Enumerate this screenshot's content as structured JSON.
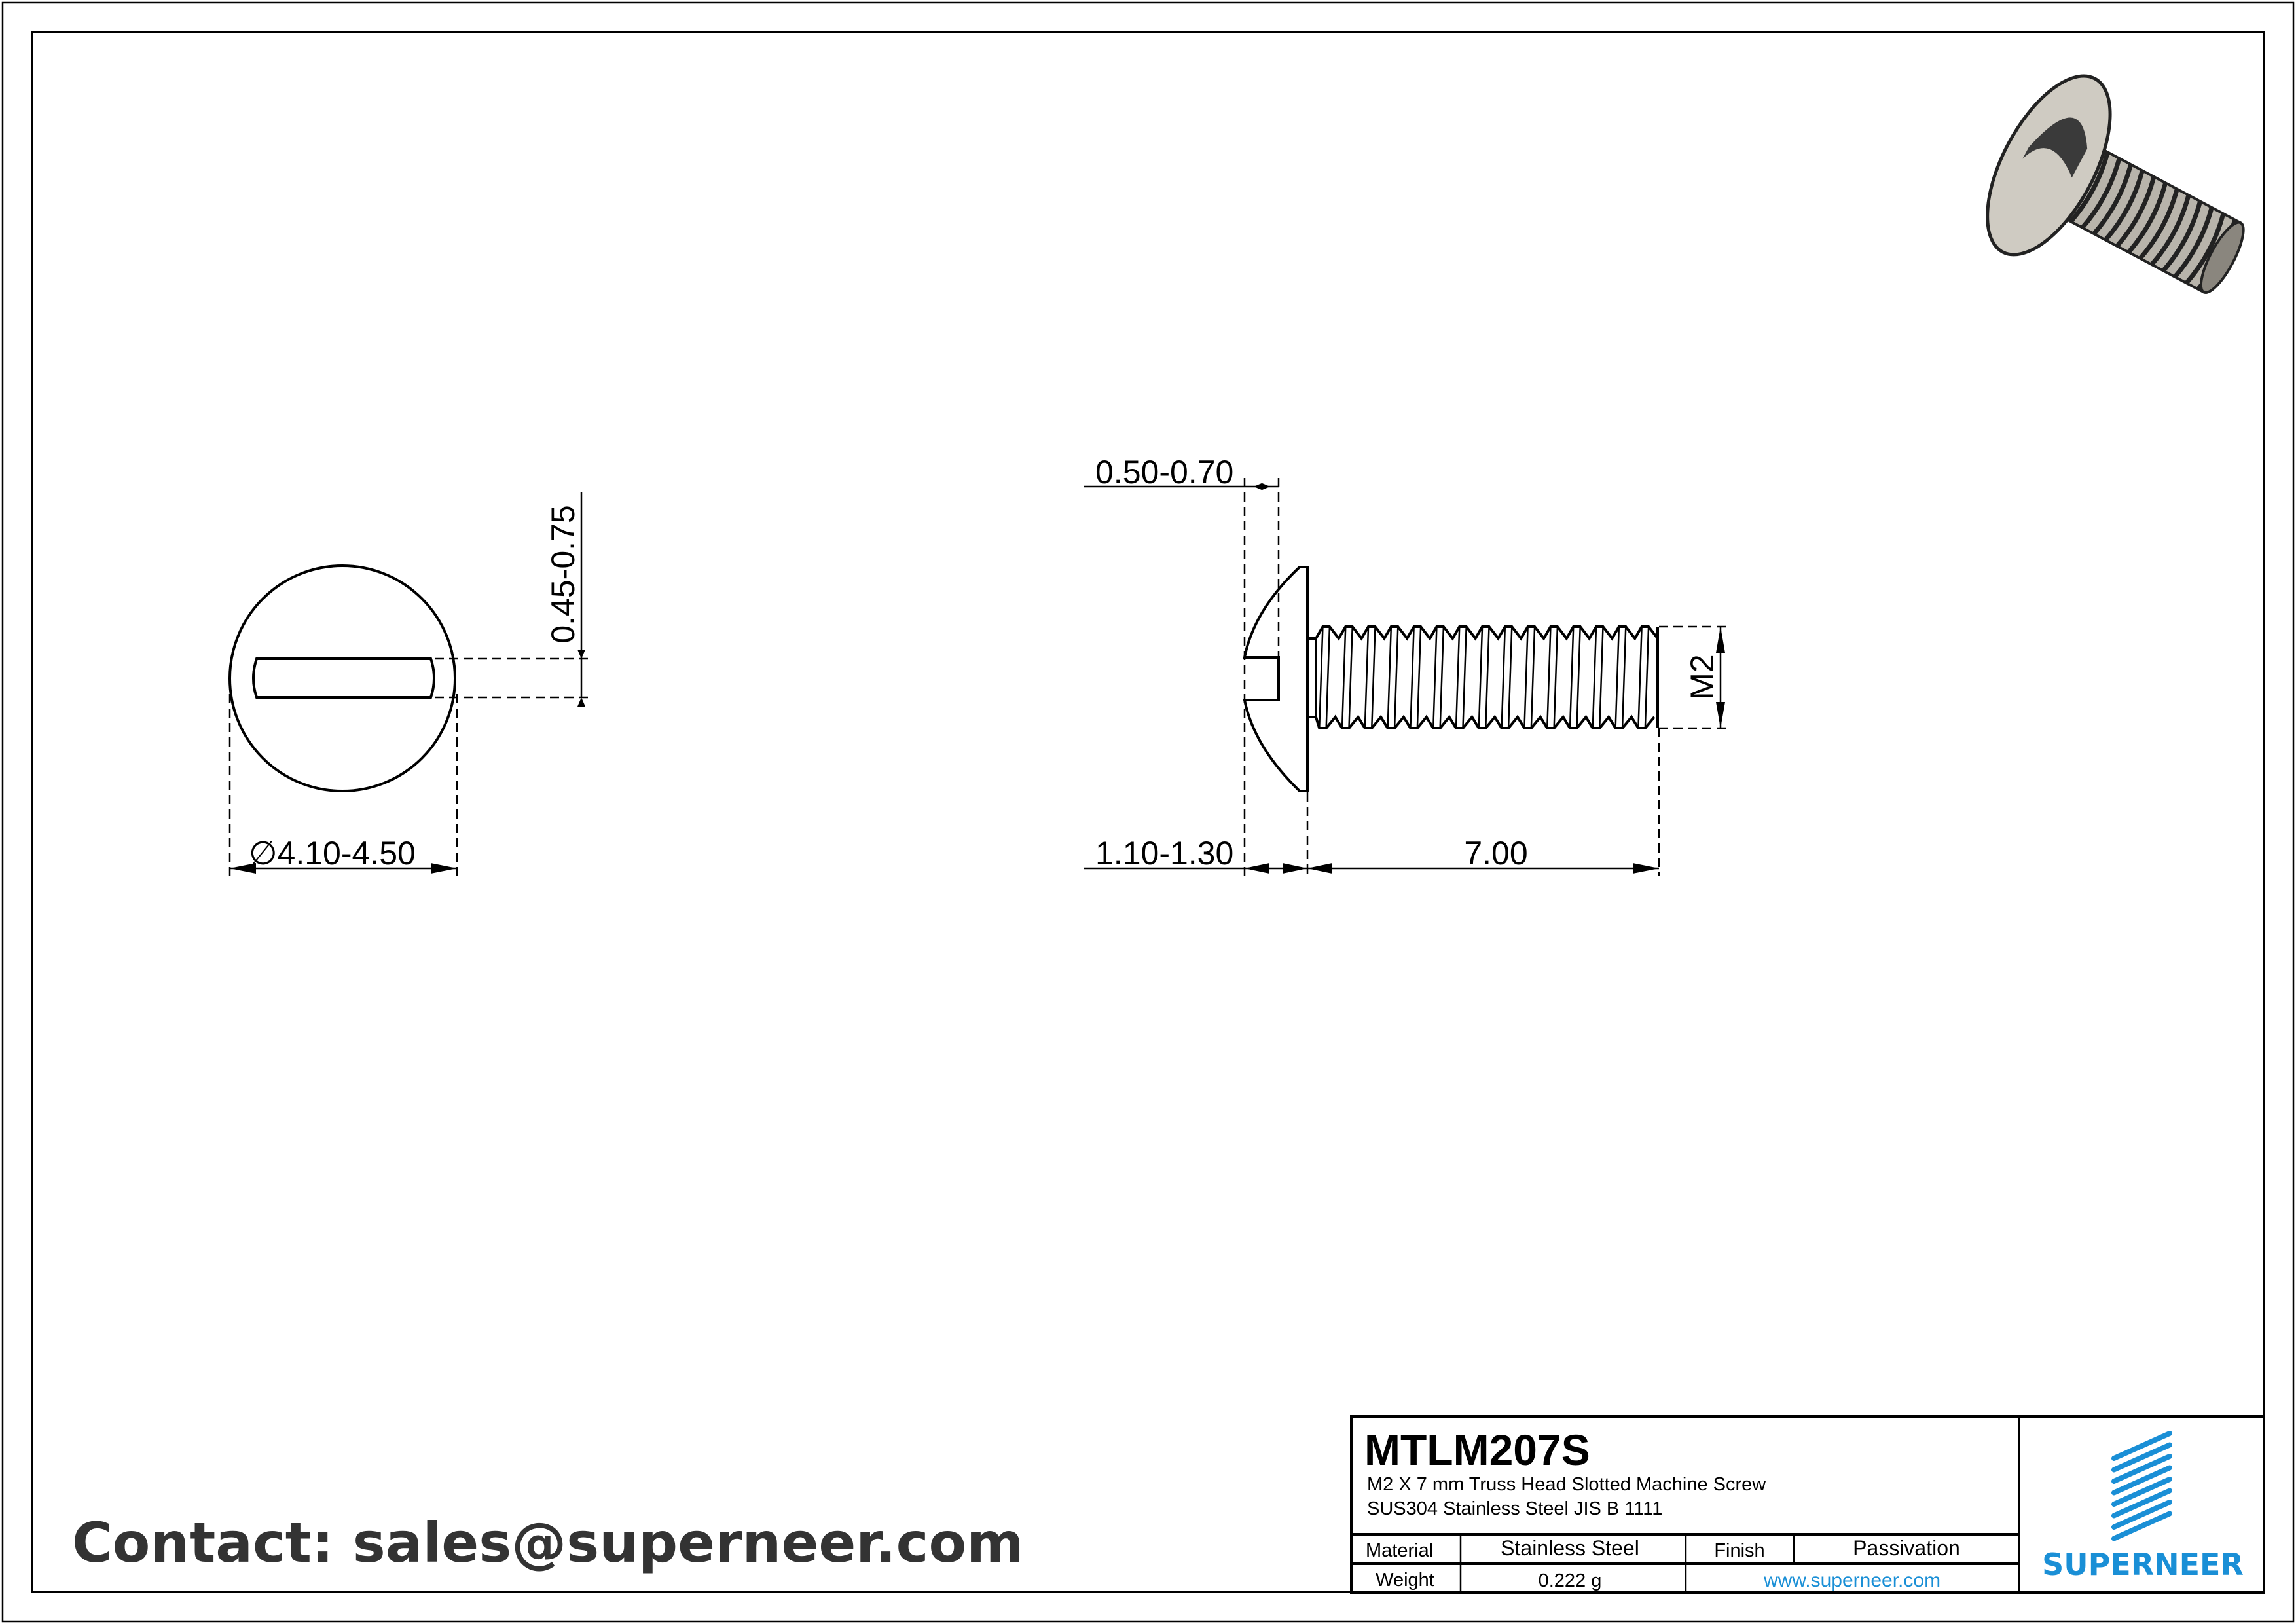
{
  "drawing": {
    "front_view": {
      "slot_width": "0.45-0.75",
      "head_diameter": "∅4.10-4.50"
    },
    "side_view": {
      "slot_depth": "0.50-0.70",
      "head_height": "1.10-1.30",
      "length": "7.00",
      "thread": "M2"
    }
  },
  "contact": "Contact: sales@superneer.com",
  "title_block": {
    "part_number": "MTLM207S",
    "description_line1": "M2 X 7 mm  Truss Head Slotted Machine Screw",
    "description_line2": "SUS304 Stainless Steel JIS B 1111",
    "material_label": "Material",
    "material_value": "Stainless Steel",
    "finish_label": "Finish",
    "finish_value": "Passivation",
    "weight_label": "Weight",
    "weight_value": "0.222 g",
    "website": "www.superneer.com",
    "brand": "SUPERNEER",
    "brand_color": "#1a8fd6"
  }
}
